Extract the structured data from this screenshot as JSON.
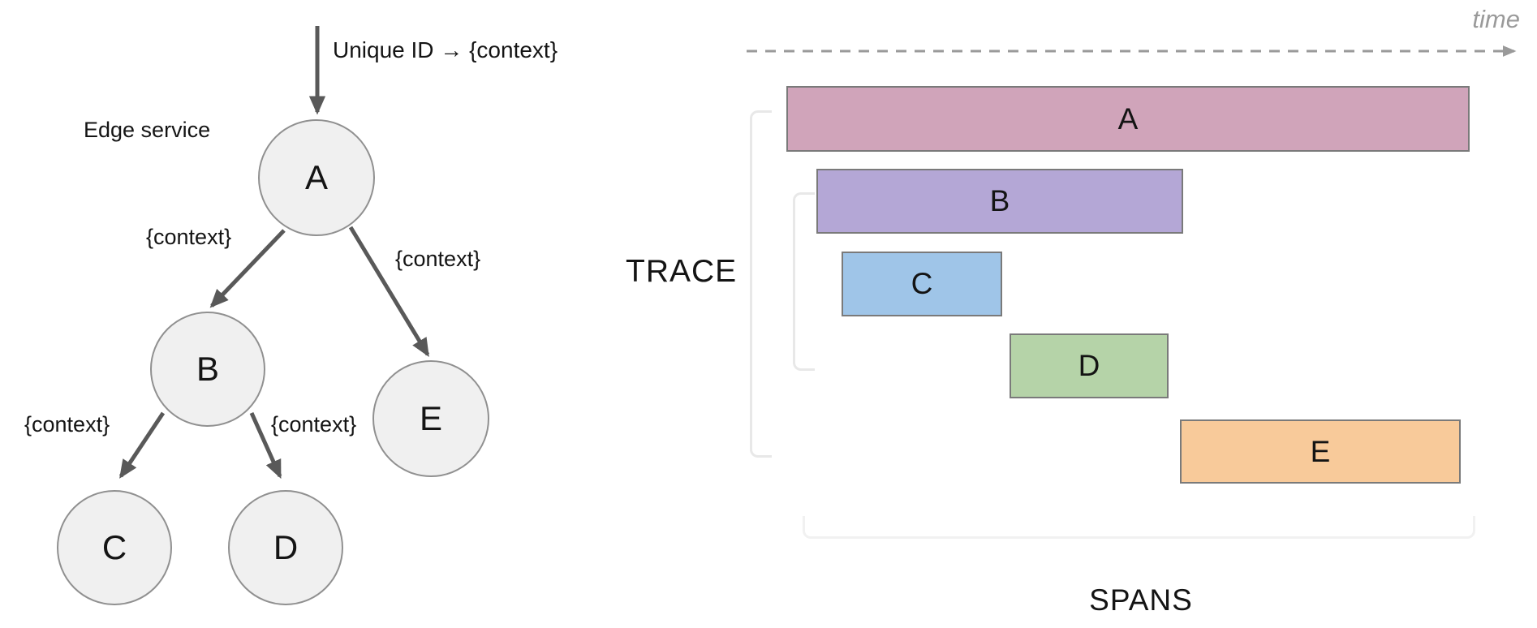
{
  "diagram": {
    "tree": {
      "incoming_arrow_label": "Unique ID → {context}",
      "edge_service_label": "Edge service",
      "nodes": [
        {
          "id": "A",
          "label": "A"
        },
        {
          "id": "B",
          "label": "B"
        },
        {
          "id": "C",
          "label": "C"
        },
        {
          "id": "D",
          "label": "D"
        },
        {
          "id": "E",
          "label": "E"
        }
      ],
      "edges": [
        {
          "from": "A",
          "to": "B",
          "label": "{context}"
        },
        {
          "from": "A",
          "to": "E",
          "label": "{context}"
        },
        {
          "from": "B",
          "to": "C",
          "label": "{context}"
        },
        {
          "from": "B",
          "to": "D",
          "label": "{context}"
        }
      ]
    },
    "timeline": {
      "time_axis_label": "time",
      "trace_label": "TRACE",
      "spans_label": "SPANS",
      "spans": [
        {
          "name": "A",
          "color": "#d0a4ba"
        },
        {
          "name": "B",
          "color": "#b4a7d6"
        },
        {
          "name": "C",
          "color": "#9fc5e8"
        },
        {
          "name": "D",
          "color": "#b5d3a8"
        },
        {
          "name": "E",
          "color": "#f8ca9a"
        }
      ]
    },
    "colors": {
      "arrow": "#595959",
      "axis": "#9a9a9a",
      "node_fill": "#f0f0f0",
      "node_border": "#909090",
      "bar_border": "#7a7a7a",
      "bracket": "#e8e8e8",
      "bracket_light": "#f1f1f1"
    }
  }
}
